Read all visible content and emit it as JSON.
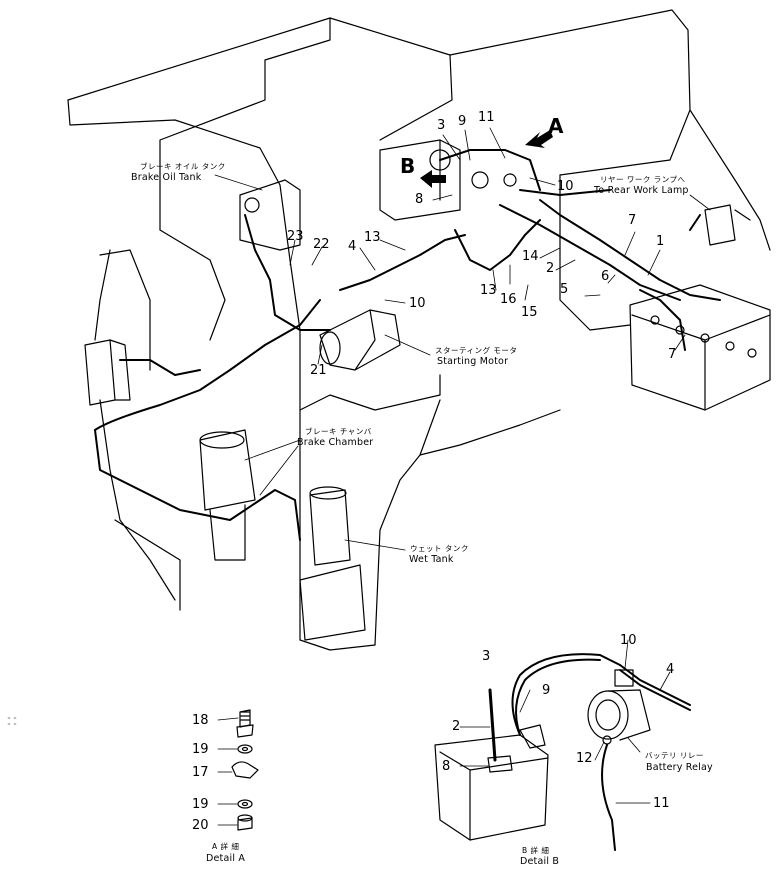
{
  "callouts": {
    "n1": "1",
    "n2": "2",
    "n3": "3",
    "n4": "4",
    "n5": "5",
    "n6": "6",
    "n7a": "7",
    "n7b": "7",
    "n8": "8",
    "n9": "9",
    "n10a": "10",
    "n10b": "10",
    "n11": "11",
    "n13a": "13",
    "n13b": "13",
    "n14": "14",
    "n15": "15",
    "n16": "16",
    "n21": "21",
    "n22": "22",
    "n23": "23",
    "viewA": "A",
    "viewB": "B"
  },
  "labels": {
    "brake_oil_tank_jp": "ブレーキ オイル タンク",
    "brake_oil_tank": "Brake Oil Tank",
    "rear_work_lamp_jp": "リヤー ワーク ランプへ",
    "rear_work_lamp": "To Rear Work Lamp",
    "starting_motor_jp": "スターティング モータ",
    "starting_motor": "Starting Motor",
    "brake_chamber_jp": "ブレーキ チャンバ",
    "brake_chamber": "Brake Chamber",
    "wet_tank_jp": "ウェット タンク",
    "wet_tank": "Wet Tank"
  },
  "detail_a": {
    "n18": "18",
    "n19a": "19",
    "n17": "17",
    "n19b": "19",
    "n20": "20",
    "title_jp": "A 詳 細",
    "title": "Detail A"
  },
  "detail_b": {
    "n3": "3",
    "n10": "10",
    "n4": "4",
    "n9": "9",
    "n2": "2",
    "n8": "8",
    "n12": "12",
    "n11": "11",
    "battery_relay_jp": "バッテリ リレー",
    "battery_relay": "Battery Relay",
    "title_jp": "B 詳 細",
    "title": "Detail B"
  }
}
